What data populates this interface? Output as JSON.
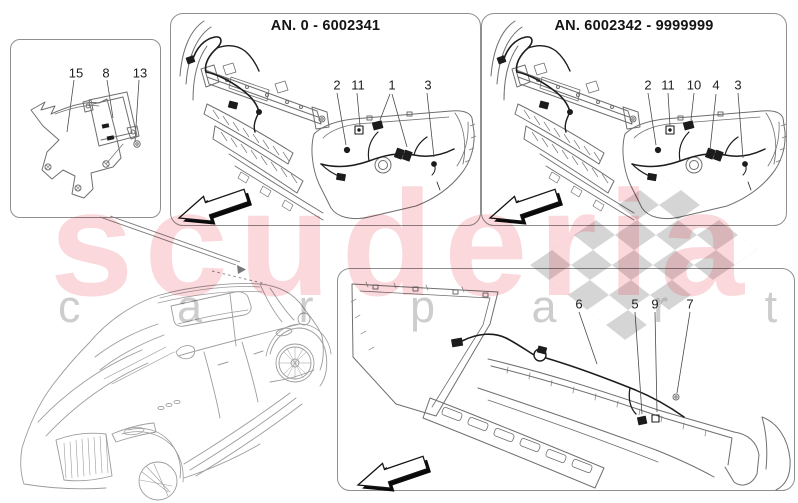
{
  "watermark": {
    "brand": "scuderia",
    "letters": "c a r p a r t s",
    "brand_color": "#e4192b",
    "flag_color": "#c9c9c9"
  },
  "panels": {
    "bracket_box": {
      "callouts": [
        "15",
        "8",
        "13"
      ]
    },
    "front_bumper_a": {
      "title": "AN. 0 - 6002341",
      "callouts": [
        "2",
        "11",
        "1",
        "3"
      ]
    },
    "front_bumper_b": {
      "title": "AN. 6002342 - 9999999",
      "callouts": [
        "2",
        "11",
        "10",
        "4",
        "3"
      ]
    },
    "rear_bumper": {
      "callouts": [
        "6",
        "5",
        "9",
        "7"
      ]
    }
  }
}
